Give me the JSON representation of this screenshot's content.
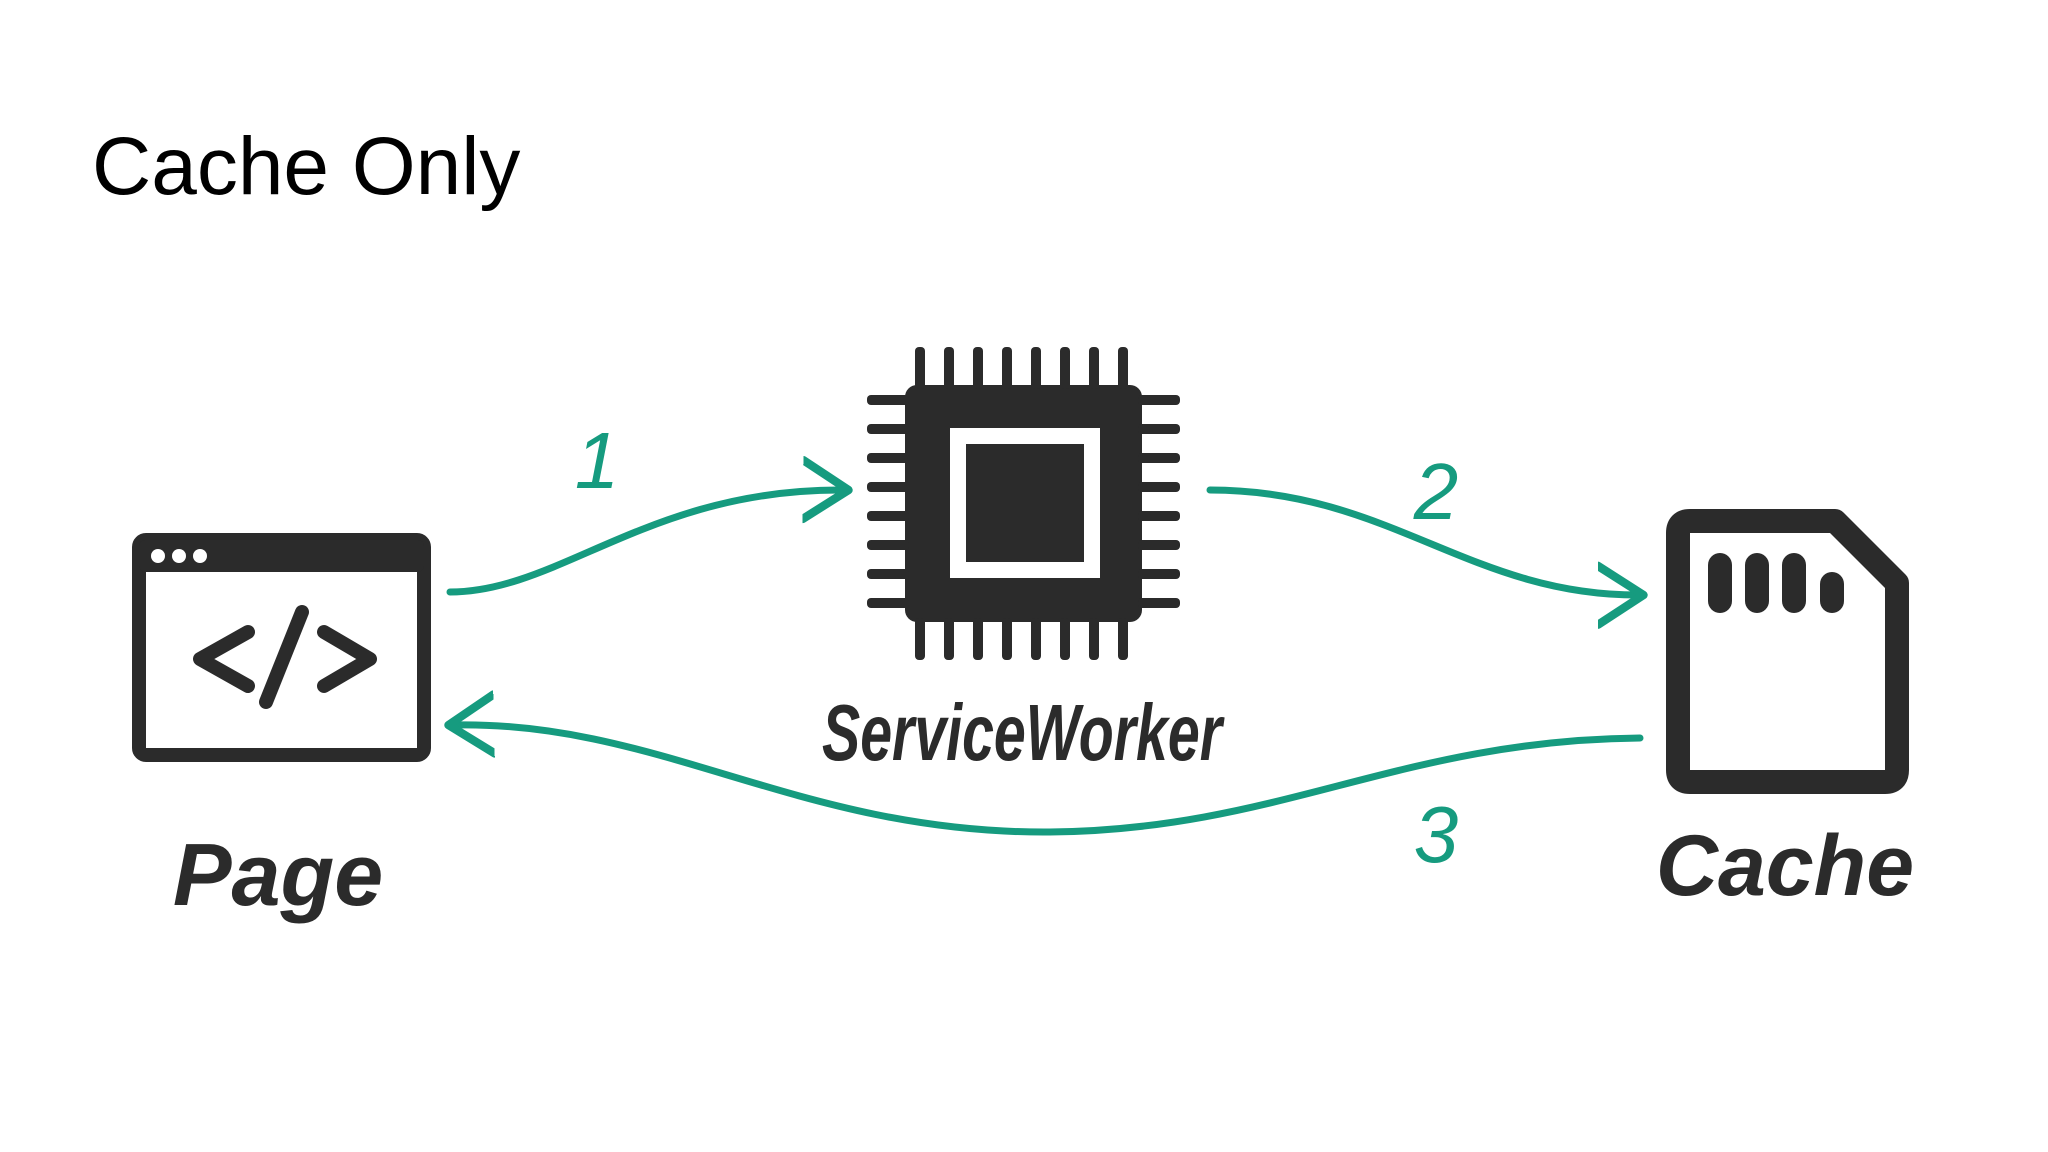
{
  "title": "Cache Only",
  "colors": {
    "arrow": "#169b7f",
    "icon": "#2b2b2b",
    "background": "#ffffff"
  },
  "nodes": {
    "page": {
      "label": "Page",
      "icon": "browser-code-icon"
    },
    "service_worker": {
      "label": "ServiceWorker",
      "icon": "cpu-chip-icon"
    },
    "cache": {
      "label": "Cache",
      "icon": "sd-card-icon"
    }
  },
  "steps": [
    {
      "label": "1",
      "from": "Page",
      "to": "ServiceWorker"
    },
    {
      "label": "2",
      "from": "ServiceWorker",
      "to": "Cache"
    },
    {
      "label": "3",
      "from": "Cache",
      "to": "Page"
    }
  ]
}
